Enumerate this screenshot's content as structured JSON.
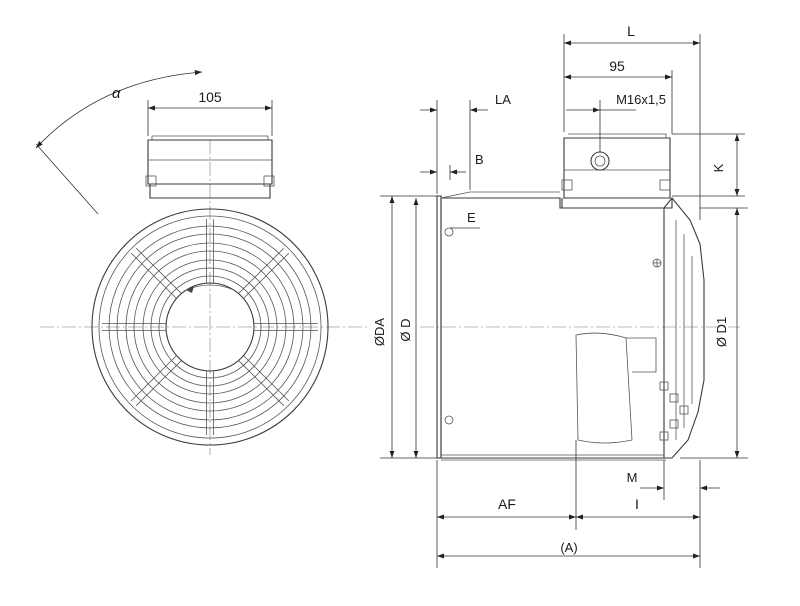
{
  "labels": {
    "alpha": "α",
    "dim_105": "105",
    "L": "L",
    "dim_95": "95",
    "LA": "LA",
    "M16": "M16x1,5",
    "B": "B",
    "K": "K",
    "E": "E",
    "DA": "ØDA",
    "D": "Ø D",
    "D1": "Ø D1",
    "M": "M",
    "AF": "AF",
    "I": "I",
    "A": "(A)"
  }
}
